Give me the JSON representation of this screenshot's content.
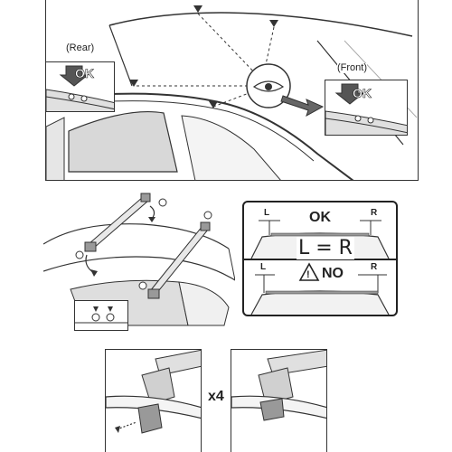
{
  "top_panel": {
    "rear_label": "(Rear)",
    "front_label": "(Front)",
    "ok_badge_rear": "OK",
    "ok_badge_front": "OK"
  },
  "lr_panel": {
    "left_top": "L",
    "right_top": "R",
    "ok_label": "OK",
    "equation": "L = R",
    "left_bottom": "L",
    "right_bottom": "R",
    "no_label": "NO",
    "warning_mark": "!"
  },
  "bottom_row": {
    "multiplier": "x4"
  },
  "colors": {
    "line": "#333333",
    "shade": "#cfcfcf",
    "dark": "#555555"
  }
}
